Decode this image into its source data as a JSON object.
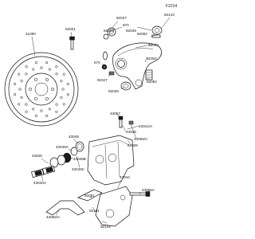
{
  "ref_code": "F2214",
  "labels": {
    "l41080": "41080",
    "l92001": "92001",
    "l92027_top": "92027",
    "l670": "670",
    "l92082_left": "92082",
    "l92049_top": "92049",
    "l92143": "92143",
    "l92082_right": "92082",
    "l43034": "43034",
    "l92302": "92302",
    "l670_b": "670",
    "l92027_mid": "92027",
    "l92049_bot": "92049",
    "l92082_bot": "92082",
    "l43041a": "43041/A",
    "l43048": "43048",
    "l43057": "43057",
    "l43056a": "43056/A",
    "l92028": "92028",
    "l43049": "43049",
    "l43049a": "43049A",
    "l43049b": "43049B",
    "l43049c": "43049C",
    "l43026": "43026",
    "l43020a": "43020A",
    "l43044": "43044",
    "l92081": "92081",
    "l43056b": "43056A",
    "l43082a": "43082/A",
    "l92161": "92161",
    "l92144": "92144"
  }
}
